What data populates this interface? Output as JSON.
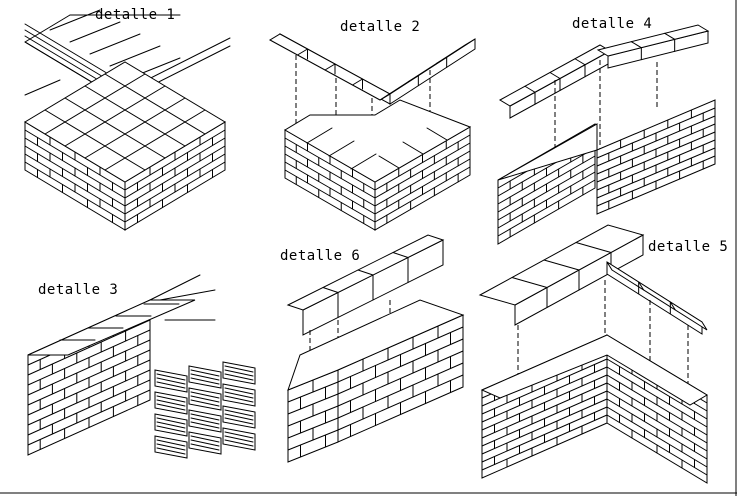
{
  "details": [
    {
      "id": "d1",
      "label": "detalle 1"
    },
    {
      "id": "d2",
      "label": "detalle 2"
    },
    {
      "id": "d4",
      "label": "detalle 4"
    },
    {
      "id": "d3",
      "label": "detalle 3"
    },
    {
      "id": "d6",
      "label": "detalle 6"
    },
    {
      "id": "d5",
      "label": "detalle 5"
    }
  ]
}
